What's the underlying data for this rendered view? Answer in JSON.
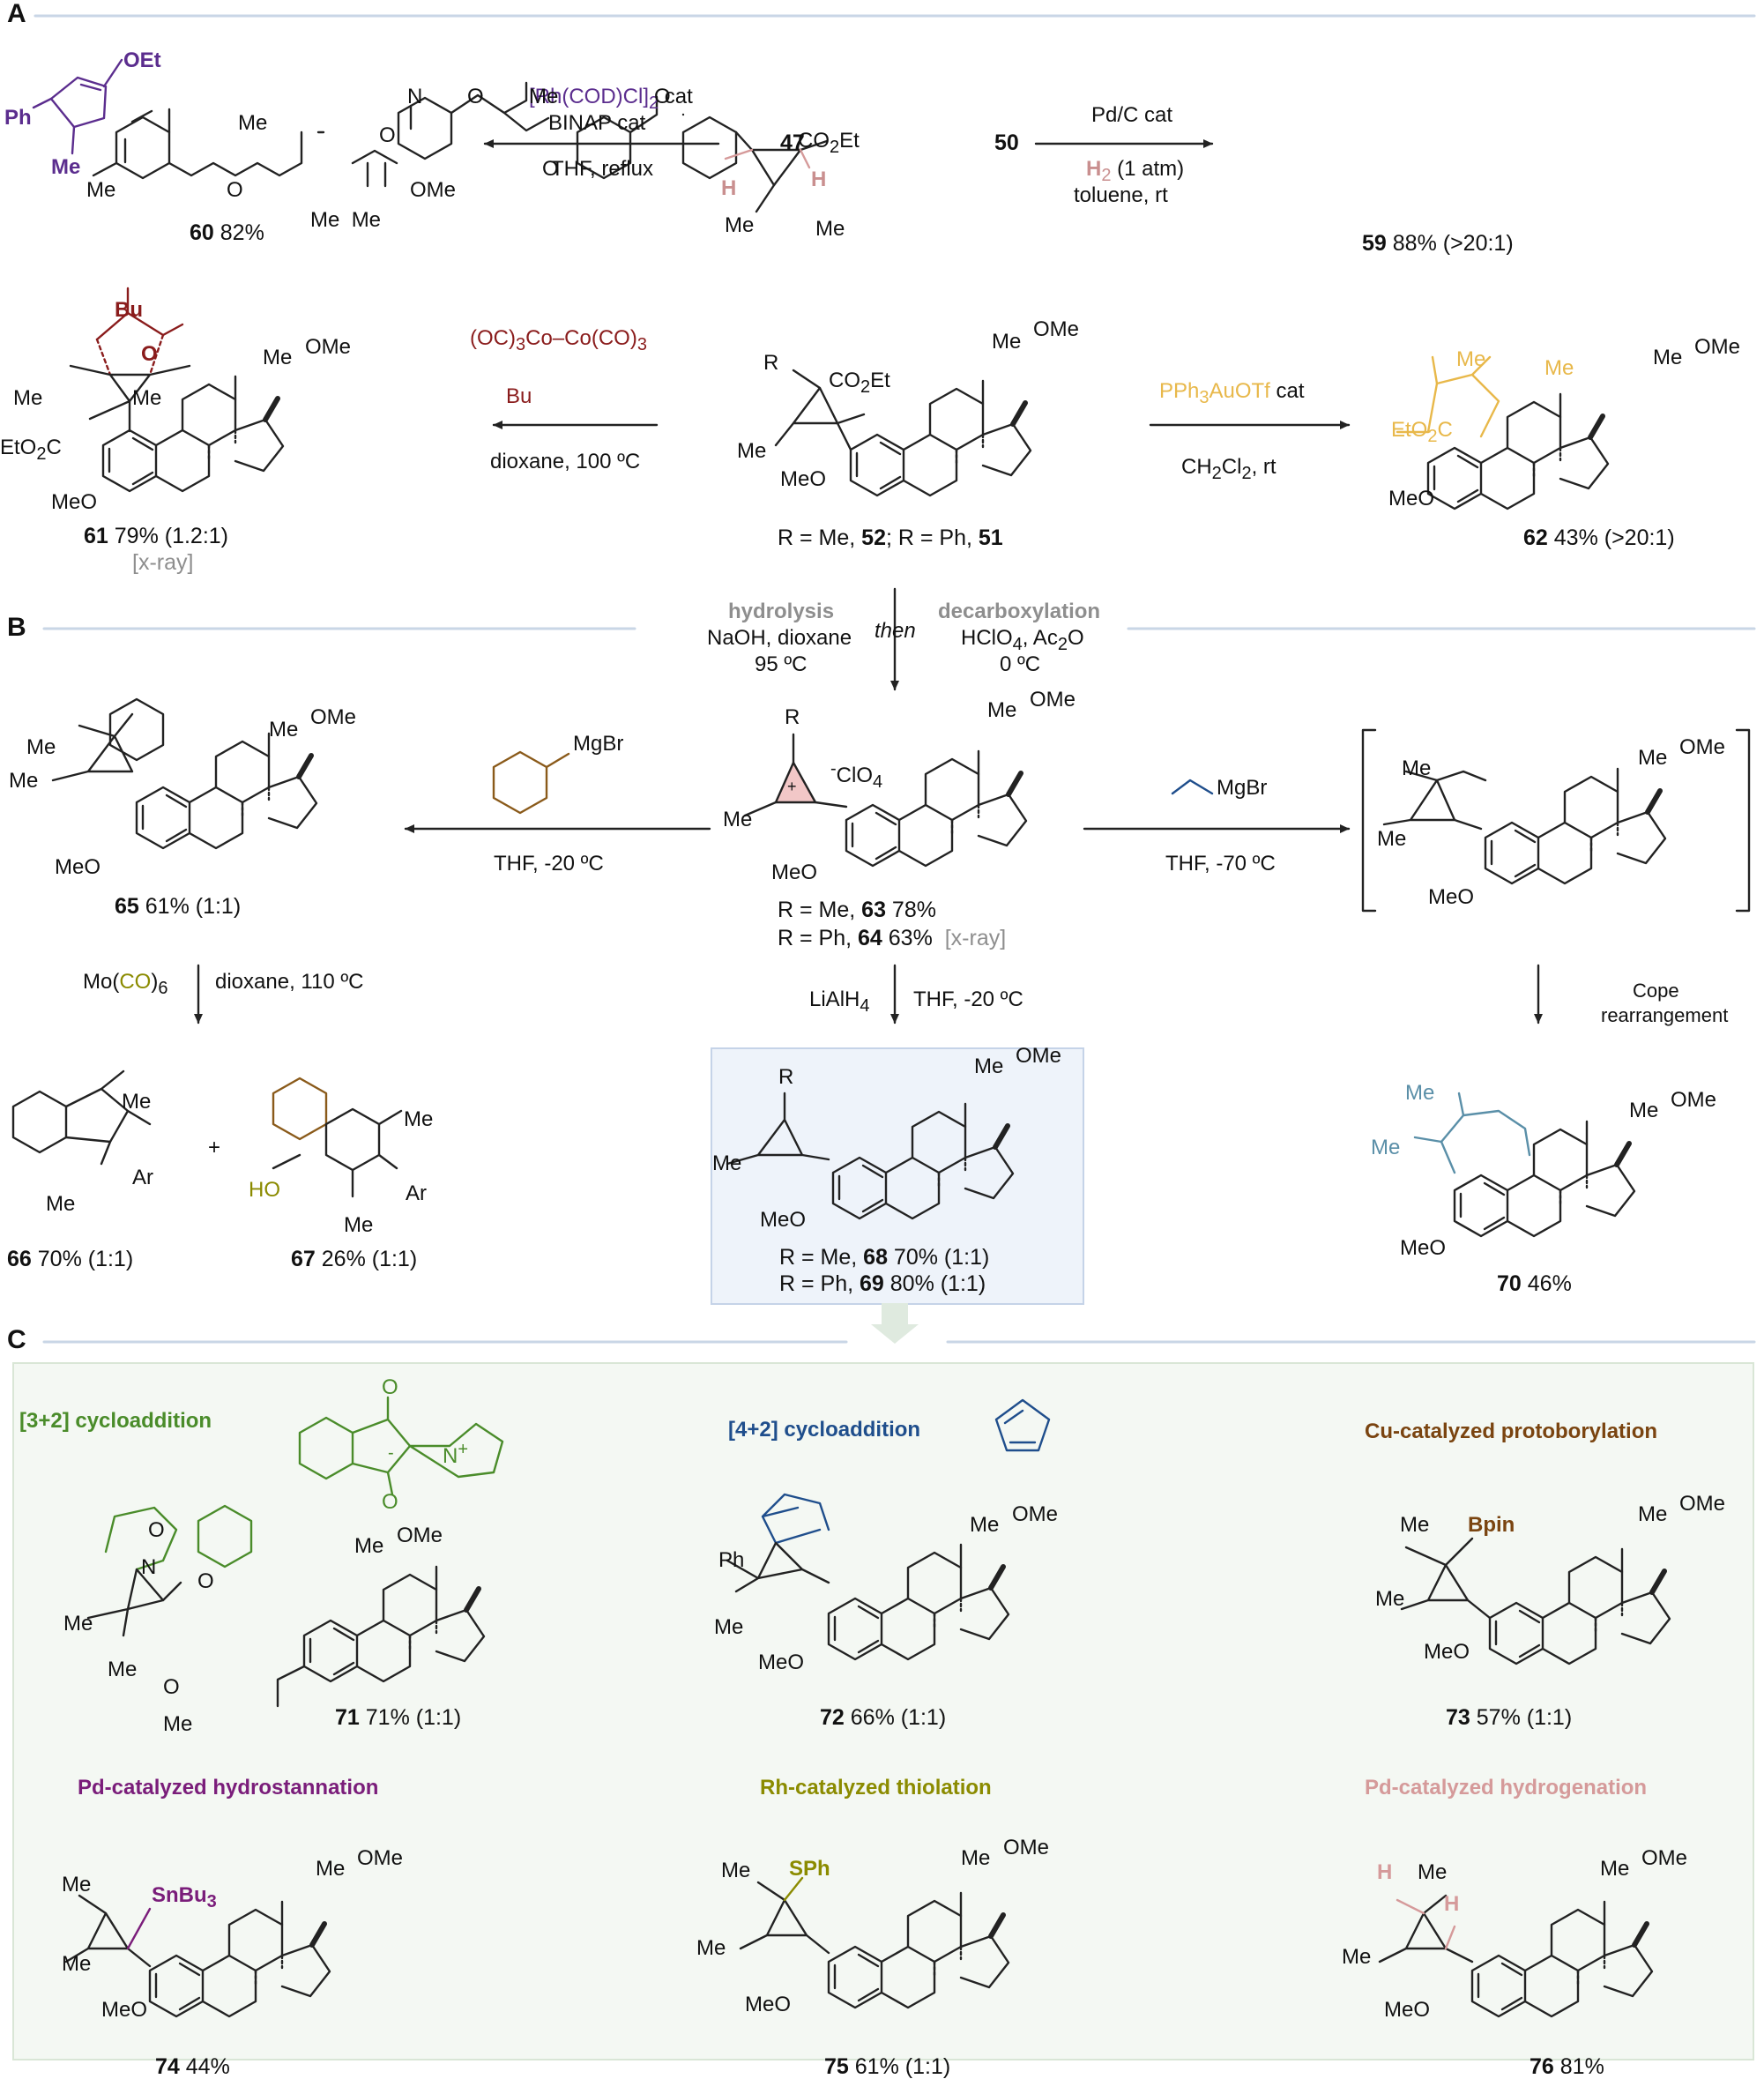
{
  "colors": {
    "rule": "#c9d6e6",
    "purple": "#5b2d8e",
    "maroon": "#8a1c1c",
    "gold": "#e8b84a",
    "pink": "#c98f8f",
    "brown": "#8a5a1a",
    "olive": "#8b8b00",
    "green": "#4a8c2a",
    "blue": "#1f4e8c",
    "teal": "#5a8fa8",
    "dbrown": "#7a4410",
    "magenta": "#7a1d7a",
    "rose": "#d59a9a",
    "grey": "#8e8e8e"
  },
  "sections": {
    "a": "A",
    "b": "B",
    "c": "C"
  },
  "rowA": {
    "rh_reagent": "[Rh(COD)Cl]",
    "rh_sub": "2",
    "rh_cat": " cat",
    "binap": "BINAP cat",
    "thf_reflux": "THF, reflux",
    "cmpd47": "47",
    "cmpd50": "50",
    "pdc": "Pd/C cat",
    "h2": "H",
    "h2_sub": "2",
    "h2_rest": " (1 atm)",
    "toluene": "toluene, rt",
    "p60_num": "60",
    "p60_yield": " 82%",
    "p59_num": "59",
    "p59_yield": " 88% (>20:1)",
    "oet": "OEt",
    "ph": "Ph",
    "me": "Me",
    "ome": "OMe",
    "o": "O",
    "co2et": "CO",
    "co2et_sub": "2",
    "co2et_rest": "Et",
    "h": "H",
    "n": "N"
  },
  "rowA2": {
    "co_left": "(OC)",
    "co_sub": "3",
    "co_mid": "Co",
    "co_right": "Co(CO)",
    "co_sub2": "3",
    "bu": "Bu",
    "dioxane": "dioxane, 100 ºC",
    "au_reagent": "PPh",
    "au_sub": "3",
    "au_rest": "AuOTf",
    "au_cat": " cat",
    "ch2cl2": "CH",
    "ch2cl2_sub": "2",
    "ch2cl2_mid": "Cl",
    "ch2cl2_sub2": "2",
    "ch2cl2_rest": ", rt",
    "center_label": "R = Me, ",
    "c52": "52",
    "center_sep": "; R = Ph, ",
    "c51": "51",
    "p61_num": "61",
    "p61_yield": " 79% (1.2:1)",
    "xray": "[x-ray]",
    "p62_num": "62",
    "p62_yield": " 43% (>20:1)",
    "r": "R",
    "eto2c": "EtO",
    "eto2c_sub": "2",
    "eto2c_rest": "C",
    "meo": "MeO",
    "o": "O"
  },
  "rowB": {
    "hydrolysis": "hydrolysis",
    "naoh": "NaOH, dioxane",
    "t95": "95 ºC",
    "then": "then",
    "decarb": "decarboxylation",
    "hclo4": "HClO",
    "hclo4_sub": "4",
    "hclo4_rest": ", Ac",
    "ac_sub": "2",
    "ac_rest": "O",
    "t0": "0 ºC",
    "mgbr": "MgBr",
    "thf20": "THF, -20 ºC",
    "thf70": "THF, -70 ºC",
    "clo4": "ClO",
    "clo4_sub": "4",
    "plus": "+",
    "minus": "-",
    "p63_label": "R = Me, ",
    "p63_num": "63",
    "p63_yield": " 78%",
    "p64_label": "R = Ph, ",
    "p64_num": "64",
    "p64_yield": " 63%",
    "p65_num": "65",
    "p65_yield": " 61% (1:1)",
    "mo": "Mo(",
    "mo_co": "CO",
    "mo_rest": ")",
    "mo_sub": "6",
    "dioxane110": "dioxane, 110 ºC",
    "lialh4": "LiAlH",
    "lialh4_sub": "4",
    "cope1": "Cope",
    "cope2": "rearrangement",
    "p66_num": "66",
    "p66_yield": " 70% (1:1)",
    "p67_num": "67",
    "p67_yield": " 26% (1:1)",
    "plus_sign": "+",
    "ar": "Ar",
    "ho": "HO",
    "p68_label": "R = Me, ",
    "p68_num": "68",
    "p68_yield": " 70% (1:1)",
    "p69_label": "R = Ph, ",
    "p69_num": "69",
    "p69_yield": " 80% (1:1)",
    "p70_num": "70",
    "p70_yield": " 46%"
  },
  "rowC": {
    "c32": "[3+2] cycloaddition",
    "c42": "[4+2] cycloaddition",
    "cu": "Cu-catalyzed protoborylation",
    "pdsn": "Pd-catalyzed hydrostannation",
    "rhs": "Rh-catalyzed thiolation",
    "pdh": "Pd-catalyzed hydrogenation",
    "p71_num": "71",
    "p71_yield": " 71% (1:1)",
    "p72_num": "72",
    "p72_yield": " 66% (1:1)",
    "p73_num": "73",
    "p73_yield": " 57% (1:1)",
    "p74_num": "74",
    "p74_yield": " 44%",
    "p75_num": "75",
    "p75_yield": " 61% (1:1)",
    "p76_num": "76",
    "p76_yield": " 81%",
    "bpin": "Bpin",
    "snbu3": "SnBu",
    "snbu3_sub": "3",
    "sph": "SPh",
    "ph": "Ph",
    "n": "N",
    "nplus": "+"
  }
}
